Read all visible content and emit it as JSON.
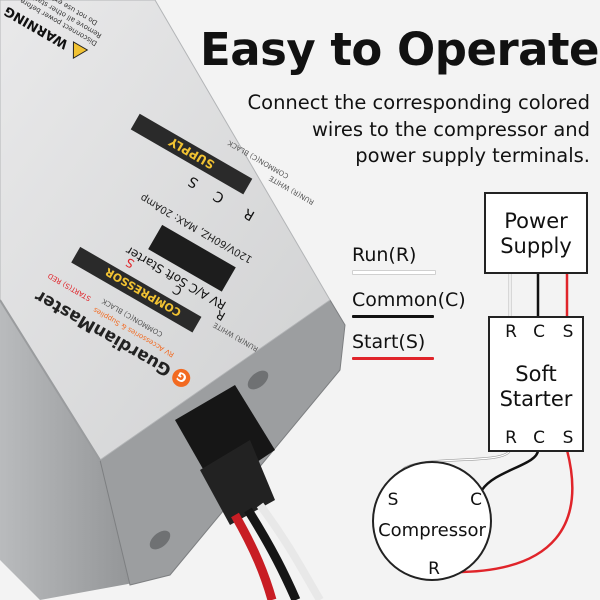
{
  "headline": "Easy to Operate",
  "description": {
    "lines": [
      "Connect the corresponding colored",
      "wires to the compressor and",
      "power supply terminals."
    ]
  },
  "legend": {
    "items": [
      {
        "label": "Run(R)",
        "color": "#ffffff"
      },
      {
        "label": "Common(C)",
        "color": "#111111"
      },
      {
        "label": "Start(S)",
        "color": "#e0242a"
      }
    ]
  },
  "diagram": {
    "power_supply": {
      "line1": "Power",
      "line2": "Supply"
    },
    "soft_starter": {
      "line1": "Soft",
      "line2": "Starter"
    },
    "starter_top_terminals": [
      "R",
      "C",
      "S"
    ],
    "starter_bottom_terminals": [
      "R",
      "C",
      "S"
    ],
    "compressor": {
      "label": "Compressor",
      "terminal_s": "S",
      "terminal_c": "C",
      "terminal_r": "R"
    }
  },
  "device": {
    "warning": "WARNING",
    "warning_line1": "Disconnect power before",
    "warning_line2": "Remove all other start",
    "warning_line3": "Do not use external",
    "supply_label": "SUPPLY",
    "compressor_label": "COMPRESSOR",
    "rating": "120V/60HZ, MAX: 20Amp",
    "model": "RV A/C Soft Starter",
    "run_white_top": "RUN(R) WHITE",
    "common_black_top": "COMMON(C) BLACK",
    "run_white": "RUN(R) WHITE",
    "common_black": "COMMON(C) BLACK",
    "start_red": "START(S) RED",
    "term_r_top": "R",
    "term_c_top": "C",
    "term_s_top": "S",
    "term_r": "R",
    "term_c": "C",
    "term_s": "S",
    "brand": "GuardianMaster",
    "brand_sub": "RV Accessories & Supplies",
    "logo_letter": "G"
  },
  "colors": {
    "red": "#e0242a",
    "black": "#111111",
    "orange": "#f26a21",
    "label_yellow": "#f1c232"
  }
}
